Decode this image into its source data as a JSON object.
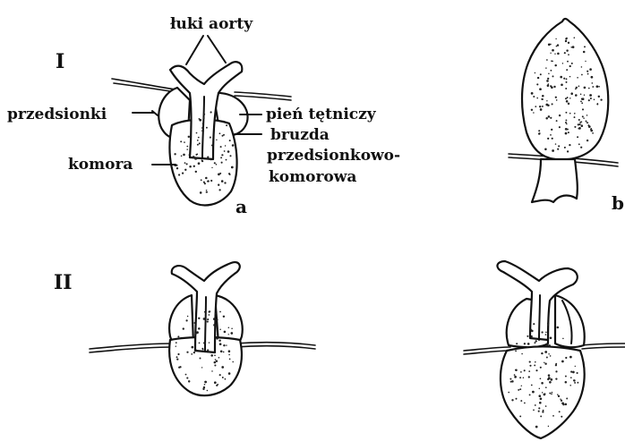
{
  "figure": {
    "row_labels": [
      "I",
      "II"
    ],
    "sub_labels": [
      "a",
      "b"
    ],
    "annotations": {
      "aortic_arches": "łuki aorty",
      "atria": "przedsionki",
      "truncus": "pień tętniczy",
      "groove_line1": "bruzda",
      "groove_line2": "przedsionkowo-",
      "groove_line3": "komorowa",
      "ventricle": "komora"
    }
  }
}
